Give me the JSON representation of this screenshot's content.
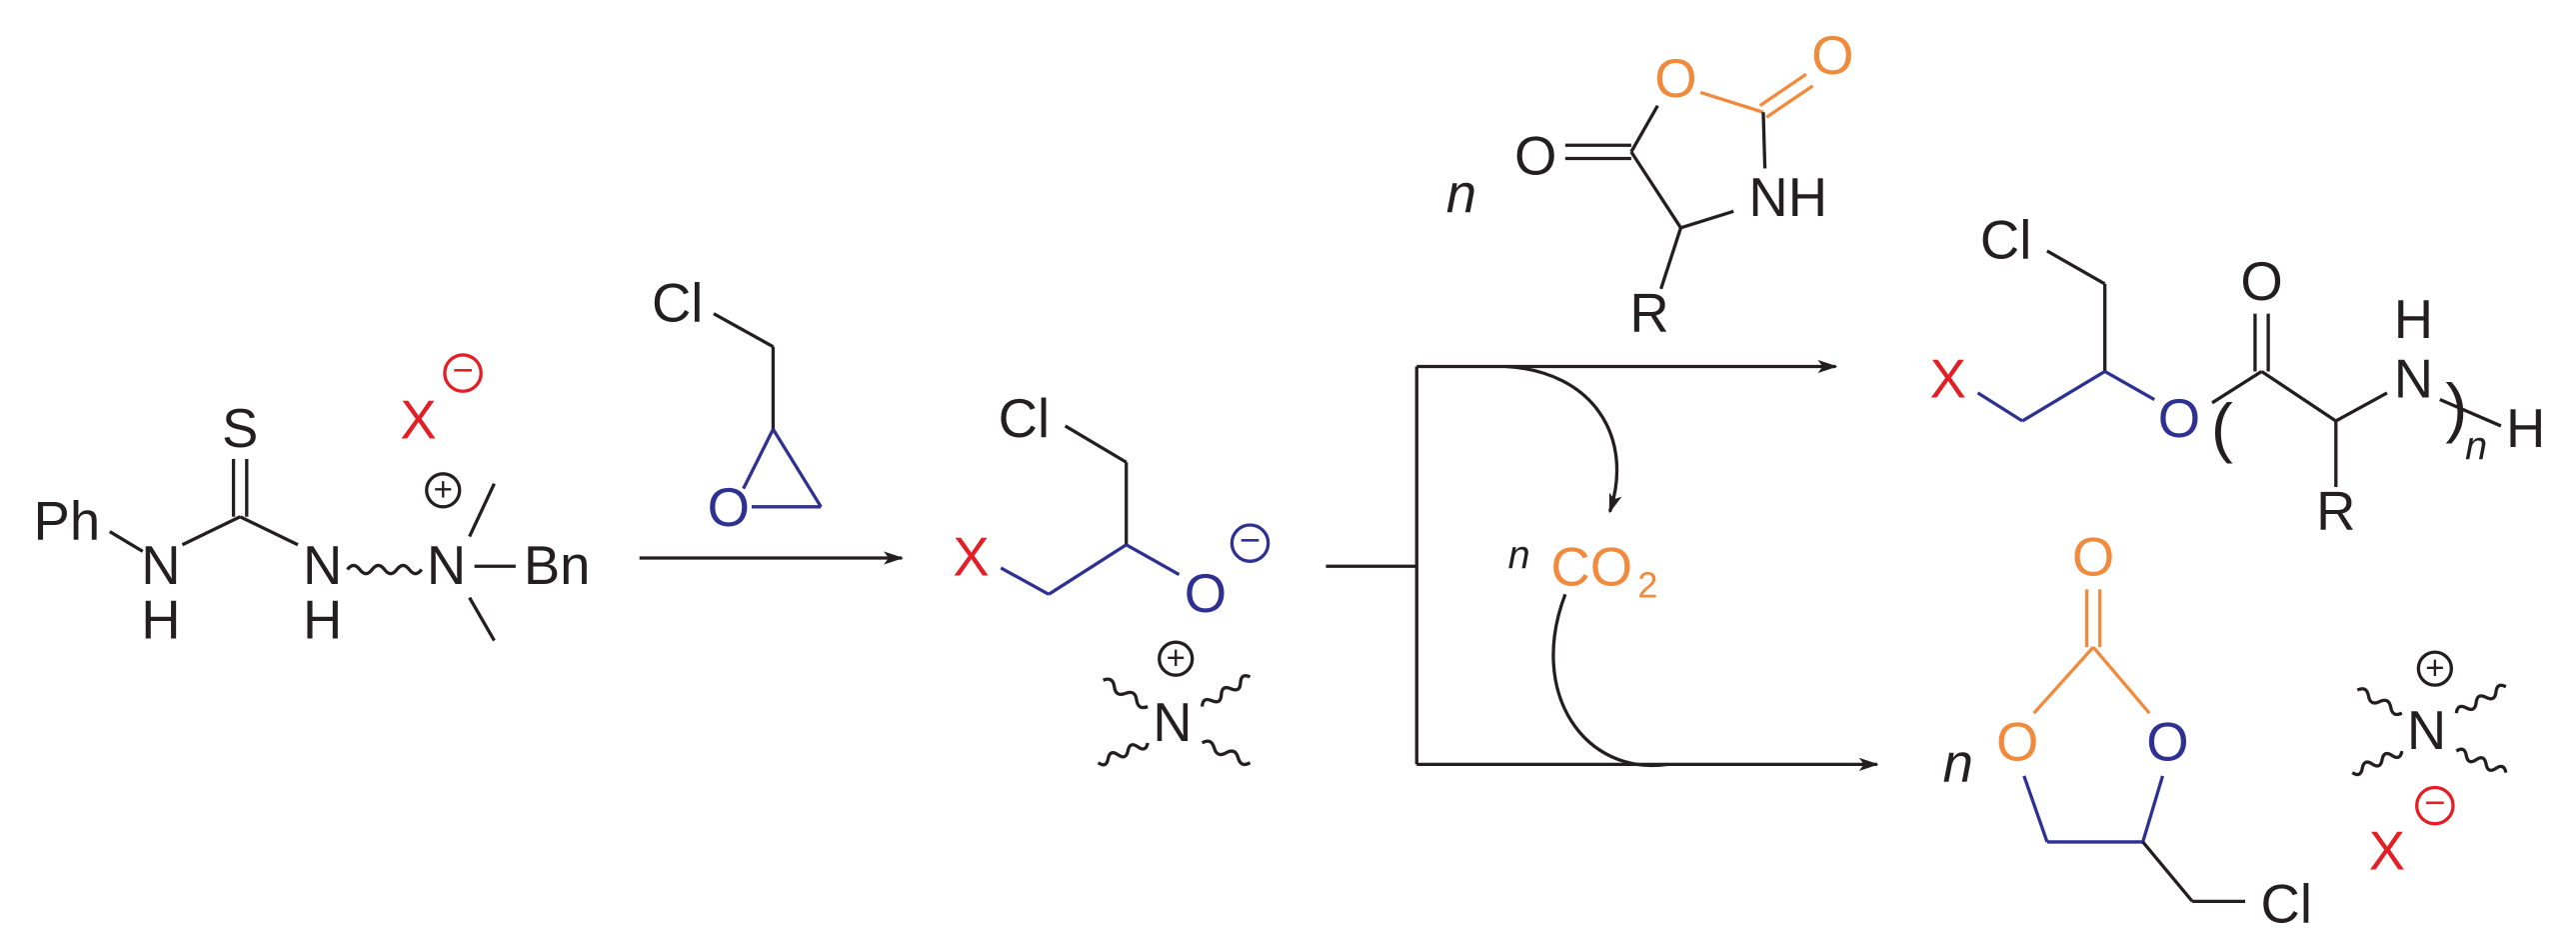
{
  "colors": {
    "halide": "#e31e24",
    "epoxide_oxygen": "#2e3192",
    "carbon_dioxide": "#f08a3c",
    "bond": "#231f20"
  },
  "catalyst": {
    "ph": "Ph",
    "n1": "N",
    "h1": "H",
    "s": "S",
    "n2": "N",
    "h2": "H",
    "n3": "N",
    "bn": "Bn",
    "x": "X",
    "plus": "+",
    "minus": "−"
  },
  "epoxide": {
    "cl": "Cl",
    "o": "O"
  },
  "intermediate": {
    "cl": "Cl",
    "x": "X",
    "o": "O",
    "minus": "−",
    "n": "N",
    "plus": "+"
  },
  "co2": {
    "n": "n",
    "co": "CO",
    "sub": "2"
  },
  "nca": {
    "n": "n",
    "o_exo": "O",
    "o_ring": "O",
    "o_carbonyl": "O",
    "nh": "NH",
    "r": "R"
  },
  "polymer": {
    "cl": "Cl",
    "x": "X",
    "o": "O",
    "open_paren": "(",
    "o_carbonyl": "O",
    "n": "N",
    "h_top": "H",
    "r": "R",
    "close_paren": ")",
    "sub_n": "n",
    "h_end": "H"
  },
  "carbonate": {
    "n": "n",
    "o_top": "O",
    "o_left": "O",
    "o_right": "O",
    "cl": "Cl"
  },
  "salt": {
    "n": "N",
    "plus": "+",
    "x": "X",
    "minus": "−"
  }
}
